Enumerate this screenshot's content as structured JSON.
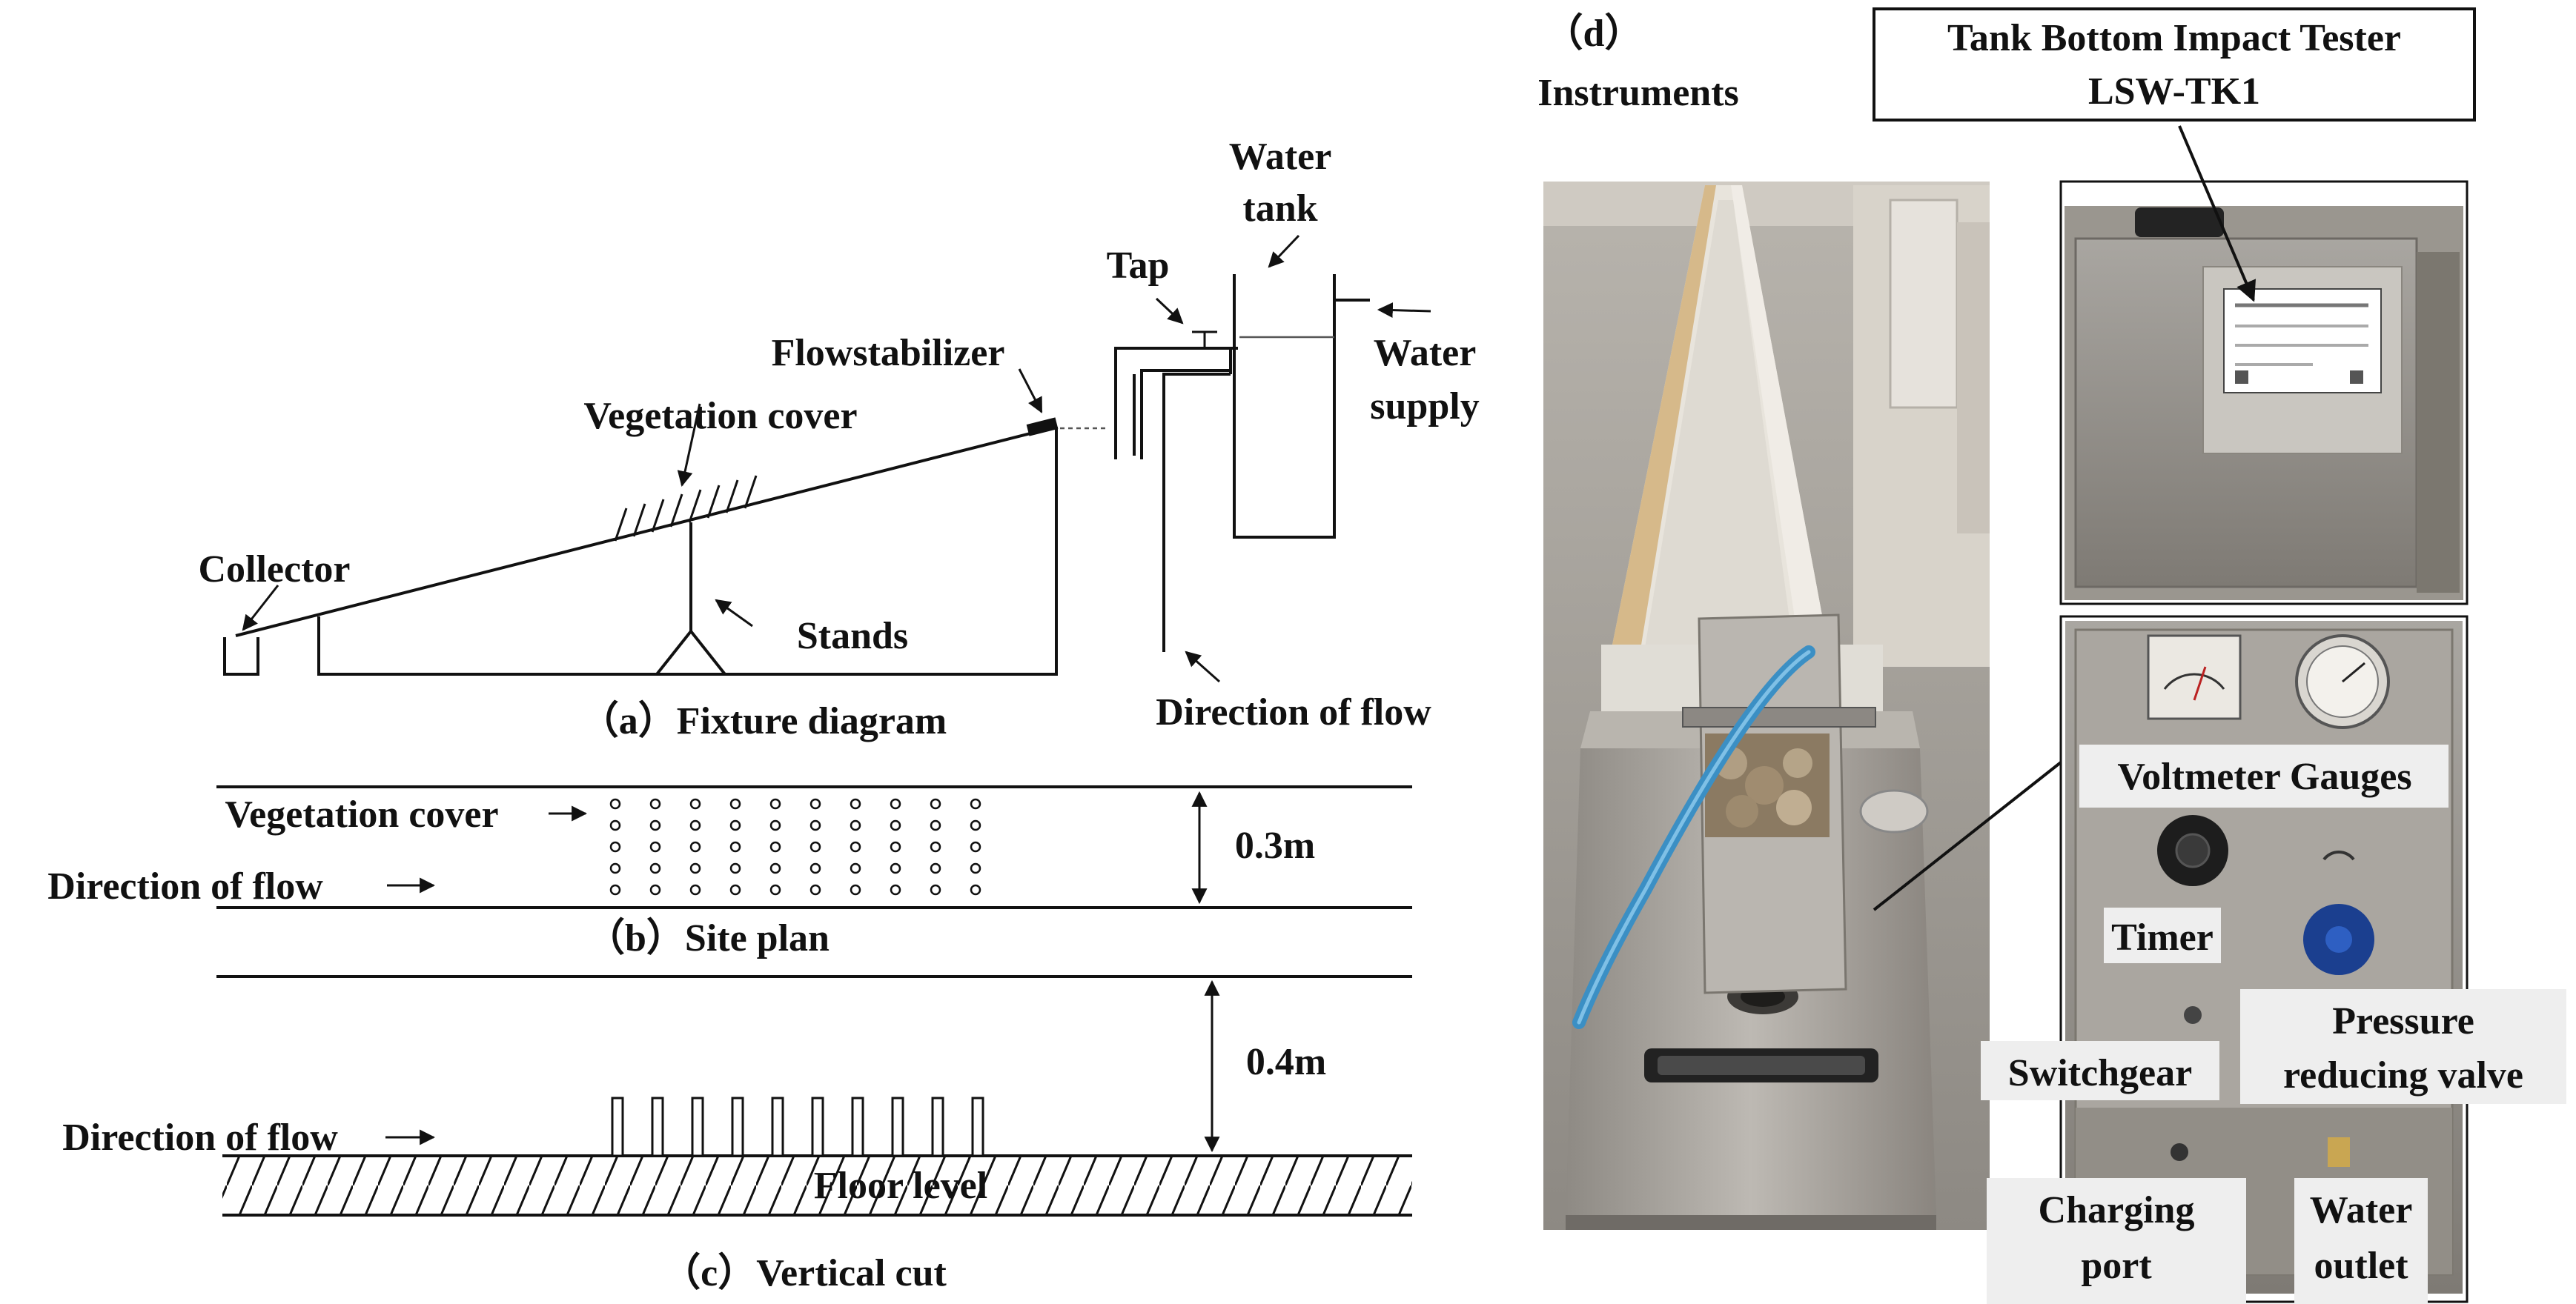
{
  "panel_a": {
    "caption": "（a）Fixture diagram",
    "labels": {
      "water_tank_1": "Water",
      "water_tank_2": "tank",
      "tap": "Tap",
      "flow_stabilizer": "Flowstabilizer",
      "water_supply_1": "Water",
      "water_supply_2": "supply",
      "vegetation_cover": "Vegetation cover",
      "collector": "Collector",
      "stands": "Stands",
      "direction_of_flow": "Direction of flow"
    }
  },
  "panel_b": {
    "caption": "（b）Site plan",
    "labels": {
      "vegetation_cover": "Vegetation cover",
      "direction_of_flow": "Direction of flow",
      "width": "0.3m"
    },
    "dot_grid": {
      "columns": 10,
      "rows": 5
    }
  },
  "panel_c": {
    "caption": "（c）Vertical cut",
    "labels": {
      "direction_of_flow": "Direction of flow",
      "height": "0.4m",
      "floor_level": "Floor level"
    },
    "stem_count": 10
  },
  "panel_d": {
    "caption_1": "（d）",
    "caption_2": "Instruments",
    "device_name_1": "Tank Bottom Impact Tester",
    "device_name_2": "LSW-TK1",
    "labels": {
      "voltmeter_gauges": "Voltmeter Gauges",
      "timer": "Timer",
      "pressure_valve_1": "Pressure",
      "pressure_valve_2": "reducing valve",
      "switchgear": "Switchgear",
      "charging_port_1": "Charging",
      "charging_port_2": "port",
      "water_outlet_1": "Water",
      "water_outlet_2": "outlet"
    }
  },
  "colors": {
    "line": "#111111",
    "tag_background": "#eeeeee",
    "photo_gray": "#8a8784",
    "stainless": "#a7a39d",
    "hose": "#3b8fc4",
    "valve": "#1b3f8f"
  }
}
